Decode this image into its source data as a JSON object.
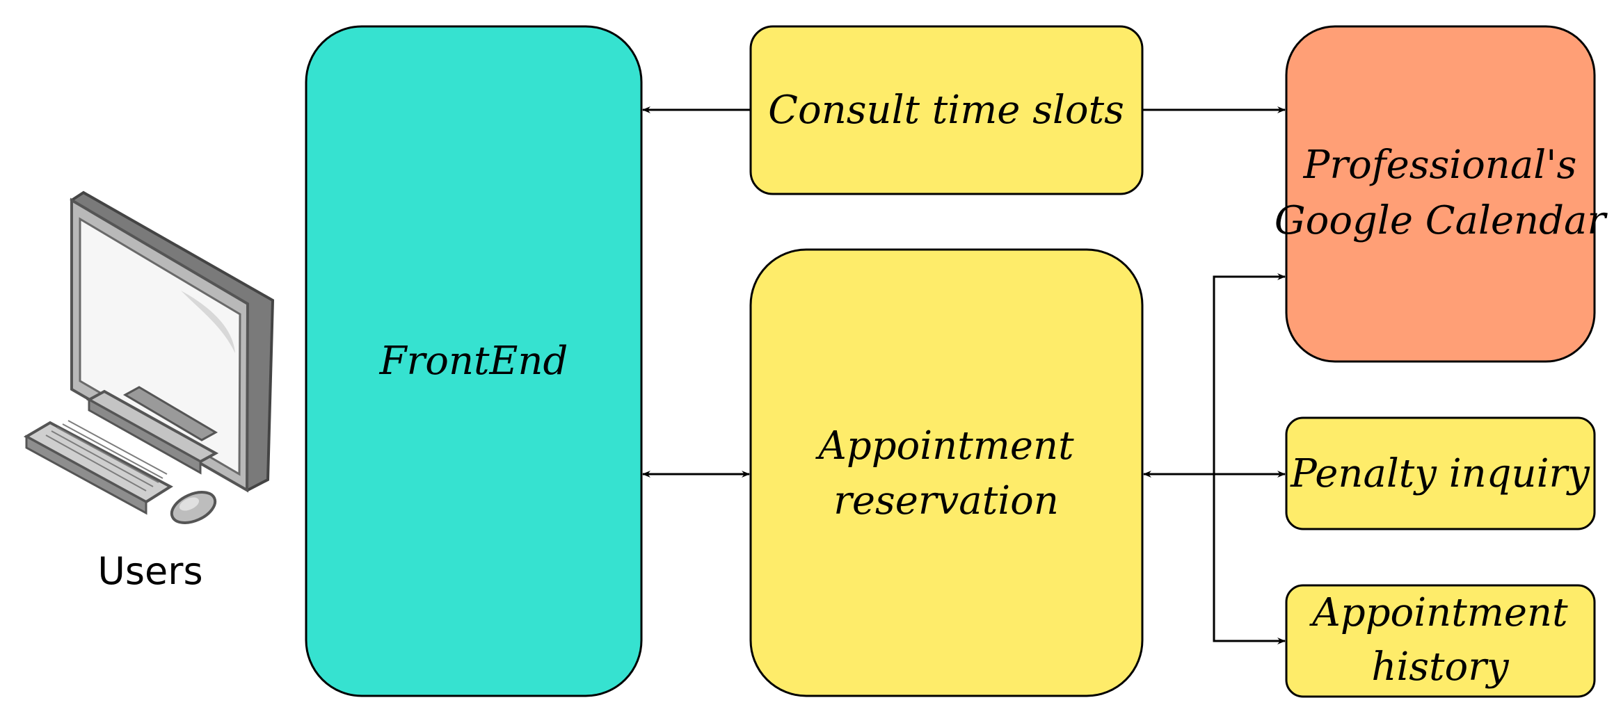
{
  "diagram": {
    "users_label": "Users",
    "nodes": {
      "frontend": {
        "label": "FrontEnd"
      },
      "consult_time_slots": {
        "label": "Consult time slots"
      },
      "appointment_reservation": {
        "line1": "Appointment",
        "line2": "reservation"
      },
      "google_calendar": {
        "line1": "Professional's",
        "line2": "Google Calendar"
      },
      "penalty_inquiry": {
        "label": "Penalty inquiry"
      },
      "appointment_history": {
        "line1": "Appointment",
        "line2": "history"
      }
    }
  },
  "colors": {
    "frontend": "#36E2D0",
    "service": "#FEEC6A",
    "calendar": "#FF9F76",
    "stroke": "#000000"
  },
  "icons": {
    "users": "computer-workstation-icon"
  }
}
